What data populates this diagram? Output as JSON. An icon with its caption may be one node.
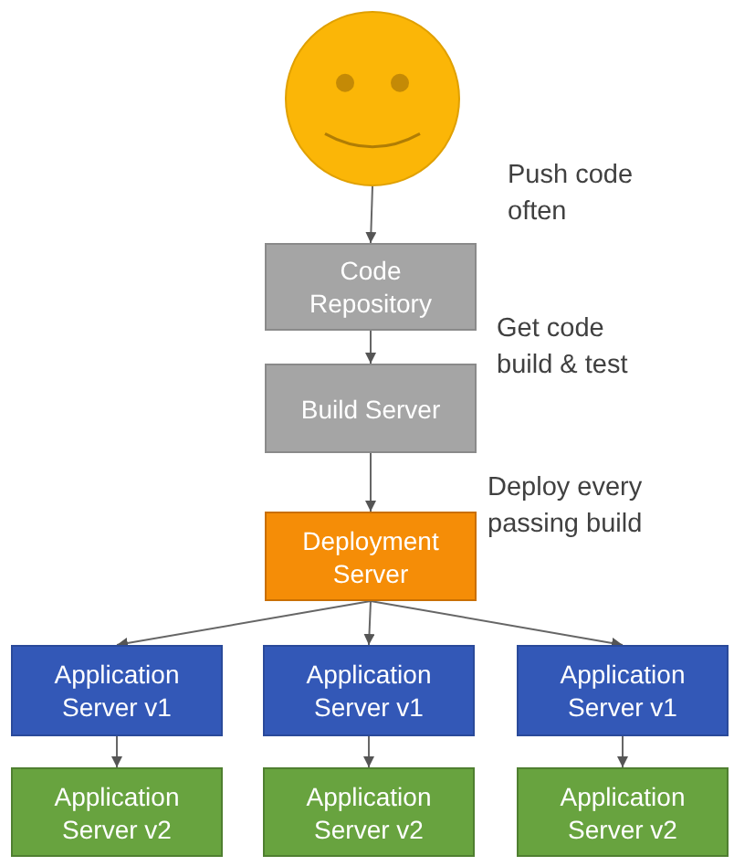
{
  "diagram": {
    "nodes": [
      {
        "text": [],
        "shape": "circle"
      },
      {
        "text": [
          "Code Repository"
        ]
      },
      {
        "text": [
          "Build Server"
        ]
      },
      {
        "text": [
          "Deployment Server"
        ]
      },
      {
        "text": [
          "Application Server v1"
        ]
      },
      {
        "text": [
          "Application Server v1"
        ]
      },
      {
        "text": [
          "Application Server v1"
        ]
      },
      {
        "text": [
          "Application Server v2"
        ]
      },
      {
        "text": [
          "Application Server v2"
        ]
      },
      {
        "text": [
          "Application Server v2"
        ]
      }
    ],
    "edges": [
      {
        "from": 0,
        "to": 1,
        "arrow": "to"
      },
      {
        "from": 1,
        "to": 2,
        "arrow": "to"
      },
      {
        "from": 2,
        "to": 3,
        "arrow": "to"
      },
      {
        "from": 3,
        "to": 4,
        "arrow": "to"
      },
      {
        "from": 3,
        "to": 5,
        "arrow": "to"
      },
      {
        "from": 3,
        "to": 6,
        "arrow": "to"
      },
      {
        "from": 4,
        "to": 7,
        "arrow": "to"
      },
      {
        "from": 5,
        "to": 8,
        "arrow": "to"
      },
      {
        "from": 6,
        "to": 9,
        "arrow": "to"
      }
    ],
    "labels": [
      "Push code often",
      "Get code build & test",
      "Deploy every passing build"
    ]
  }
}
